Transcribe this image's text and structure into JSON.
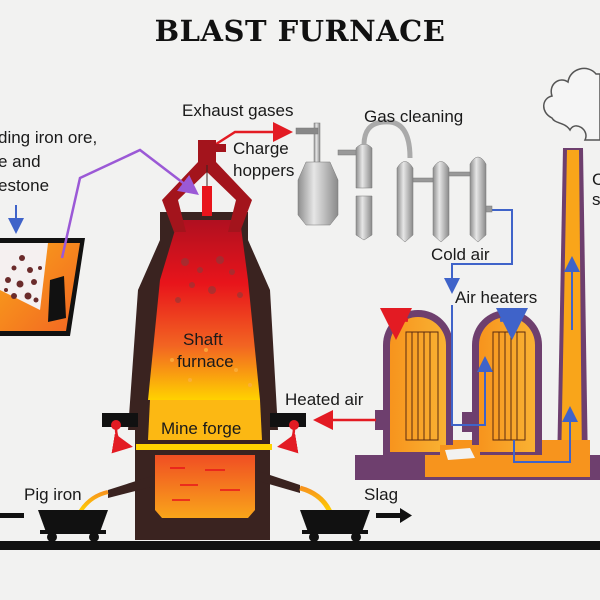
{
  "title": "BLAST FURNACE",
  "labels": {
    "feed_line1": "ding iron ore,",
    "feed_line2": "e and",
    "feed_line3": "estone",
    "exhaust_gases": "Exhaust gases",
    "charge_line1": "Charge",
    "charge_line2": "hoppers",
    "gas_cleaning": "Gas cleaning",
    "chimney_line1": "C",
    "chimney_line2": "s",
    "cold_air": "Cold air",
    "air_heaters": "Air heaters",
    "shaft_line1": "Shaft",
    "shaft_line2": "furnace",
    "heated_air": "Heated air",
    "mine_forge": "Mine forge",
    "pig_iron": "Pig iron",
    "slag": "Slag"
  },
  "colors": {
    "background": "#f2f2f1",
    "furnace_shell": "#3a2320",
    "molten_red": "#e8141b",
    "molten_orange": "#f26522",
    "molten_yellow": "#ffd200",
    "heater_purple": "#6e3f6e",
    "heater_orange": "#f7941d",
    "cold_air_line": "#3f63c9",
    "hot_air_line": "#e31b23",
    "feed_line": "#9b59d6",
    "gas_vessel": "#b8b8b8",
    "rail": "#111111"
  }
}
